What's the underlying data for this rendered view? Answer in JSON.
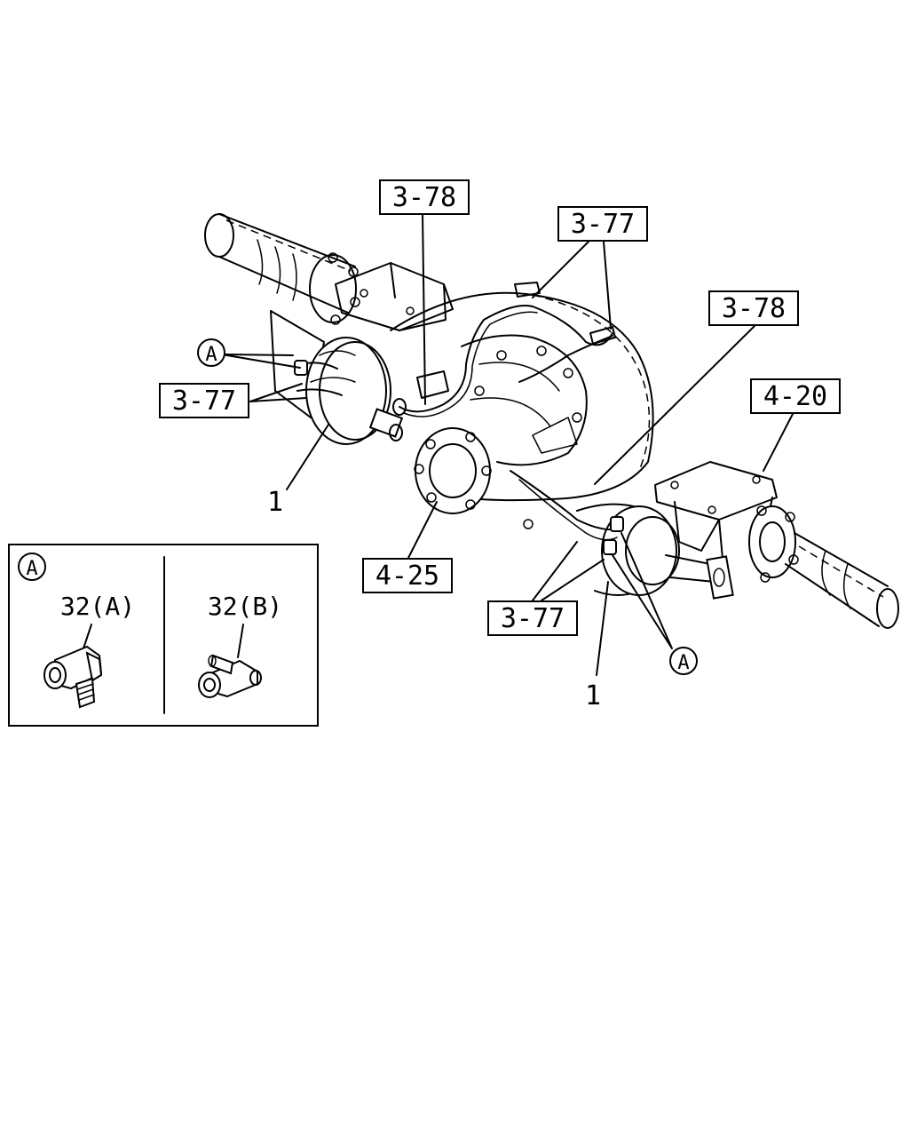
{
  "callouts": {
    "ref_3_78_upper": "3-78",
    "ref_3_77_upper": "3-77",
    "ref_3_78_right": "3-78",
    "ref_4_20": "4-20",
    "ref_3_77_left": "3-77",
    "ref_4_25": "4-25",
    "ref_3_77_lower": "3-77",
    "part_1_left": "1",
    "part_1_right": "1",
    "detail_a_left": "A",
    "detail_a_right": "A"
  },
  "detail_panel": {
    "marker": "A",
    "part_a_label": "32(A)",
    "part_b_label": "32(B)"
  }
}
